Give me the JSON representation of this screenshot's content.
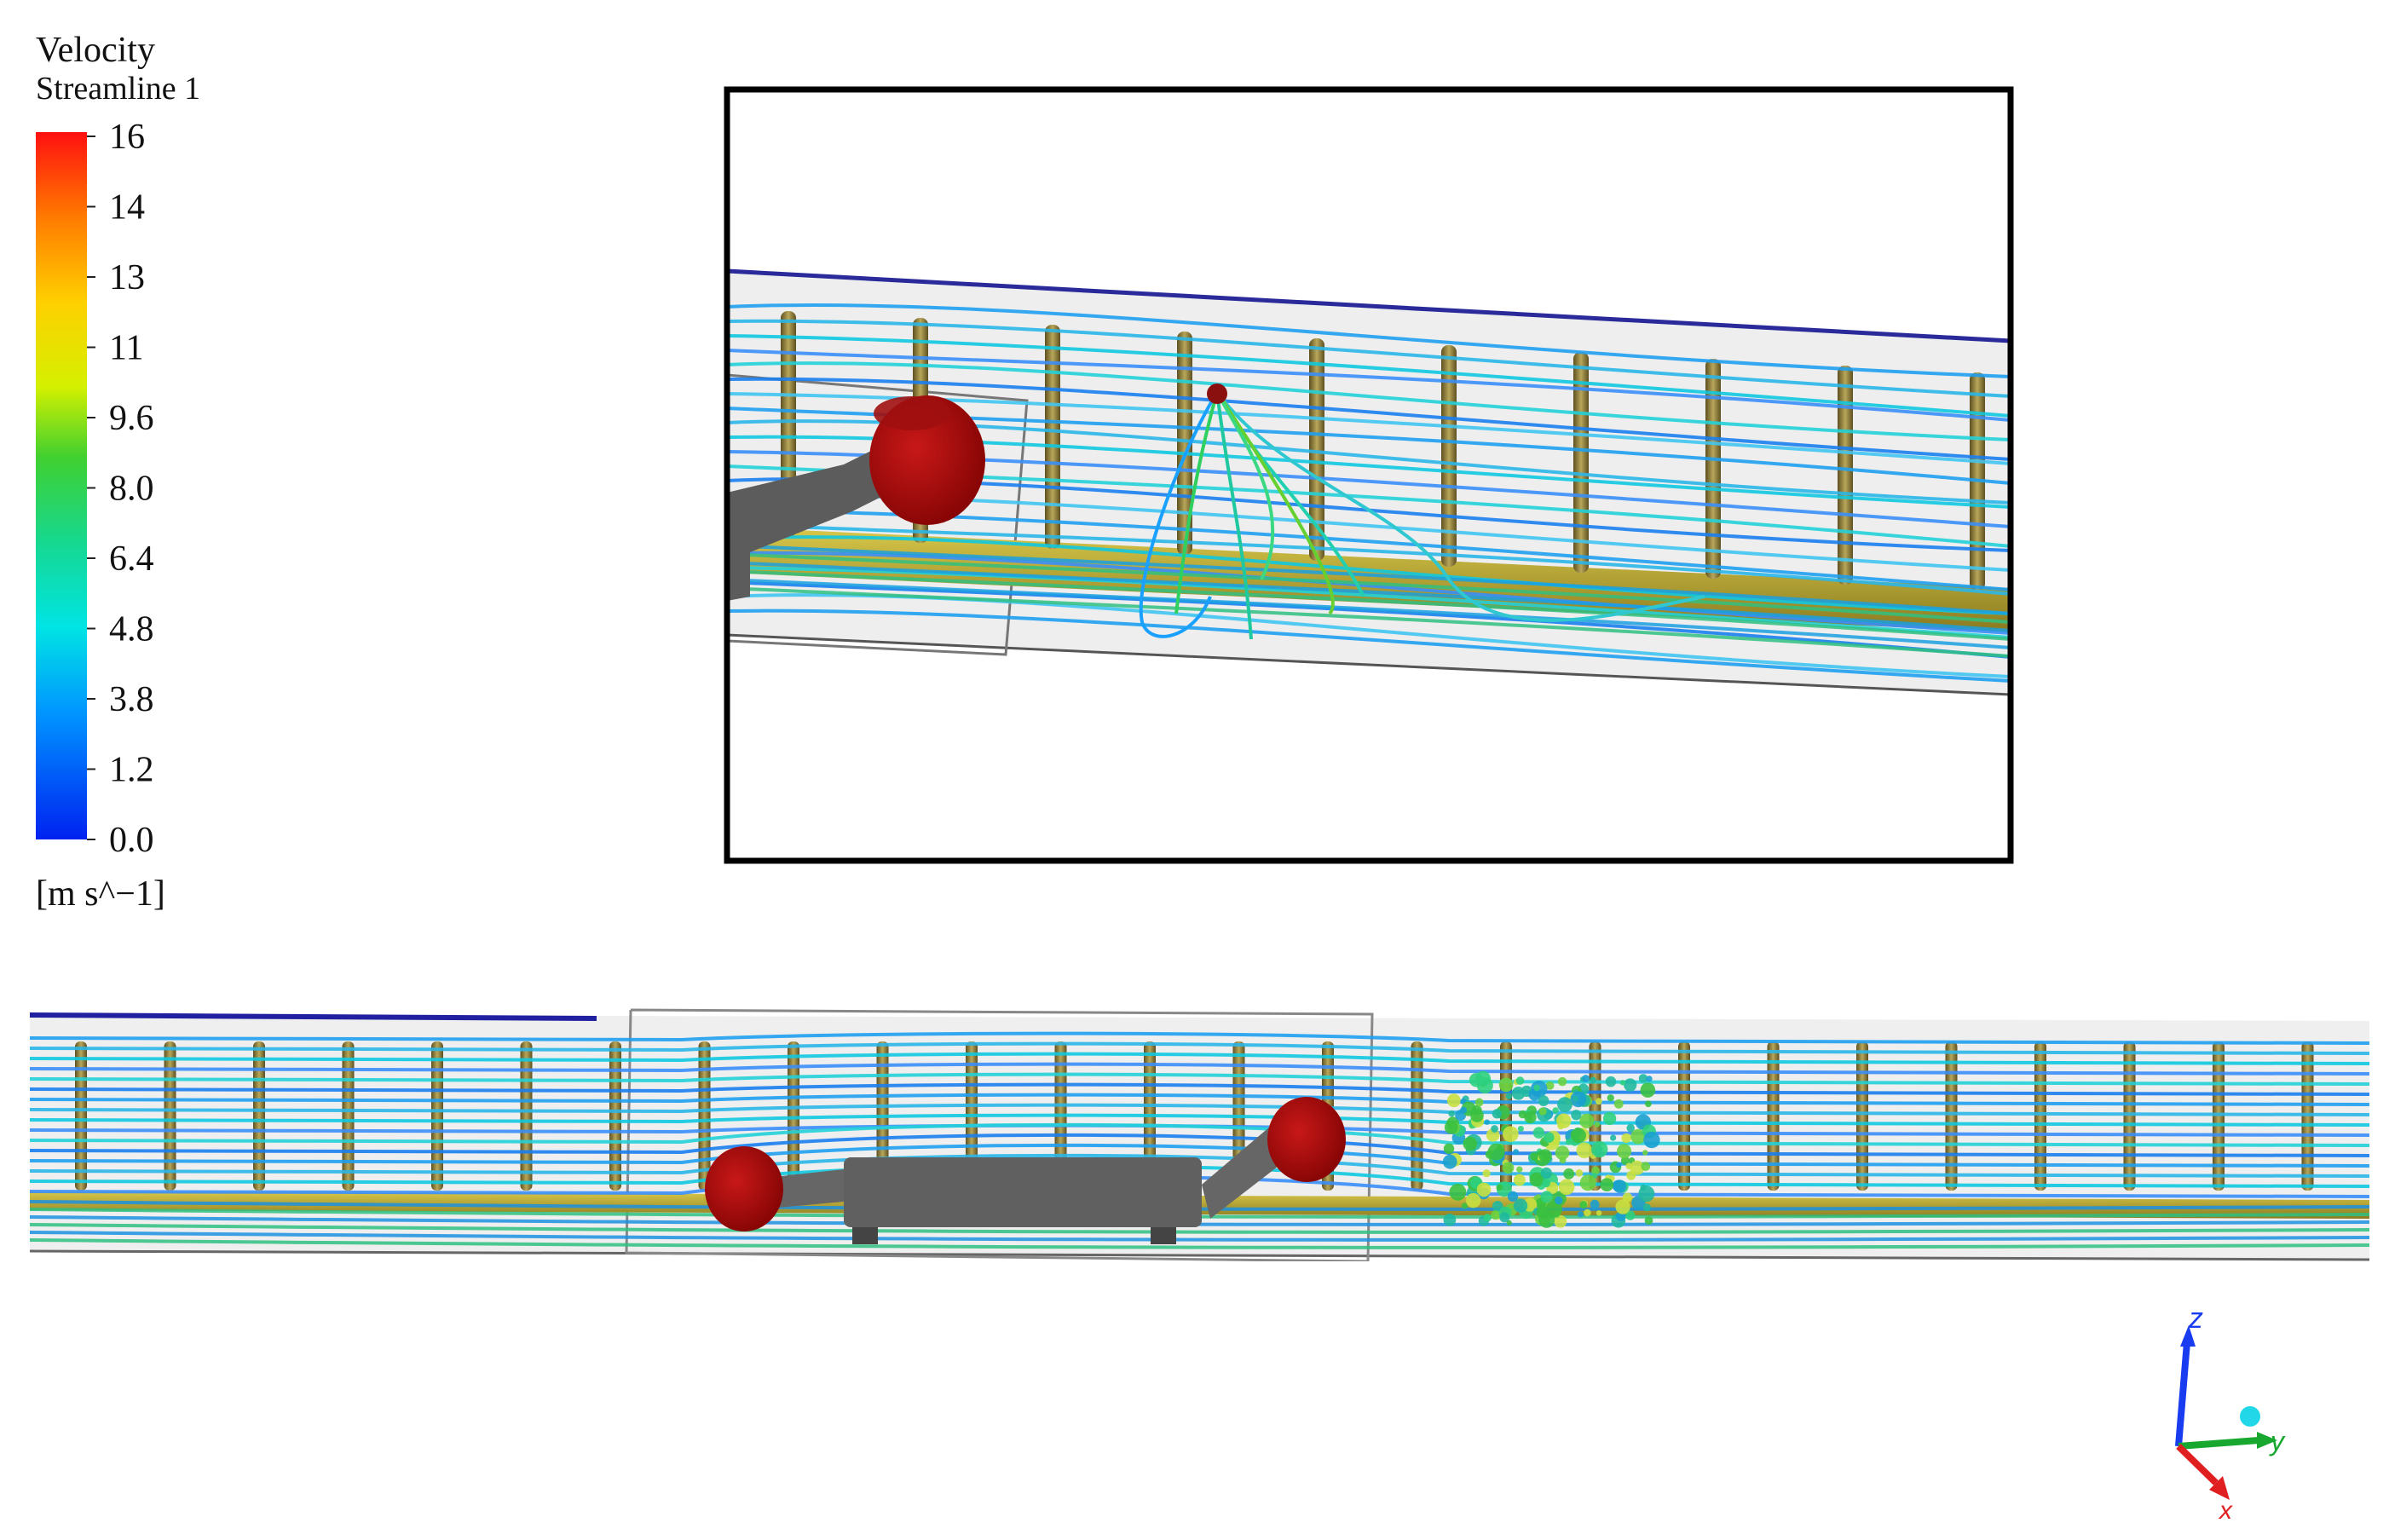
{
  "legend": {
    "title": "Velocity",
    "subtitle": "Streamline 1",
    "tick_labels": [
      "16",
      "14",
      "13",
      "11",
      "9.6",
      "8.0",
      "6.4",
      "4.8",
      "3.8",
      "1.2",
      "0.0"
    ],
    "unit": "[m s^−1]",
    "gradient_colors": [
      "#ff0000",
      "#ff8c00",
      "#ffd400",
      "#d8f000",
      "#2ecc2e",
      "#16d68a",
      "#00e0e0",
      "#0099ff",
      "#0033ff"
    ]
  },
  "axis_triad": {
    "z": "z",
    "y": "y",
    "x": "x"
  },
  "colors": {
    "pipe_stroke": "#4a4a4a",
    "chassis": "#5c5c5c",
    "wheel": "#b01010",
    "pole": "#8c7a3a",
    "rail": "#c9b830",
    "frame": "#000000"
  }
}
